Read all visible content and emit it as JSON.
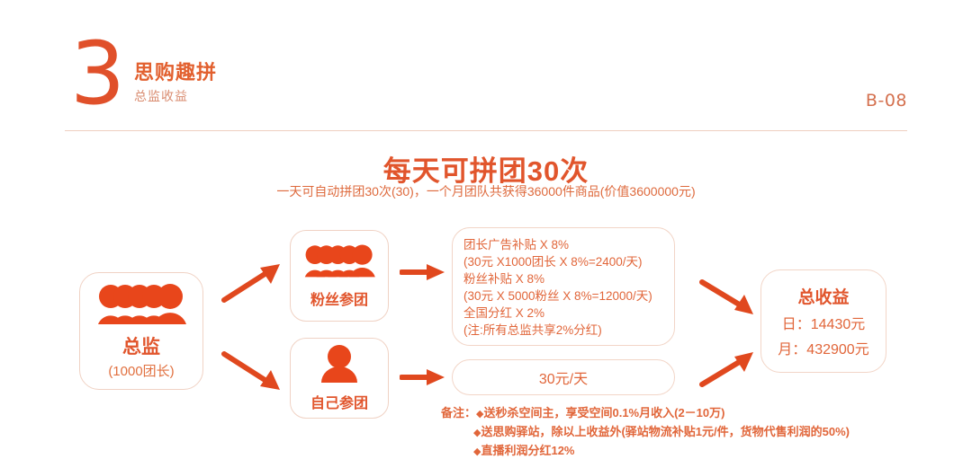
{
  "header": {
    "number": "3",
    "title": "思购趣拼",
    "subtitle": "总监收益",
    "page_code": "B-08"
  },
  "main": {
    "title": "每天可拼团30次",
    "subtitle": "一天可自动拼团30次(30)，一个月团队共获得36000件商品(价值3600000元)"
  },
  "nodes": {
    "director": {
      "icon": "crowd-icon",
      "label": "总监",
      "sublabel": "(1000团长)"
    },
    "fans_group": {
      "icon": "crowd-icon",
      "label": "粉丝参团"
    },
    "self_group": {
      "icon": "person-icon",
      "label": "自己参团"
    }
  },
  "benefits_box": {
    "lines": [
      "团长广告补贴 X 8%",
      "(30元 X1000团长 X 8%=2400/天)",
      "粉丝补贴 X 8%",
      "(30元 X 5000粉丝 X 8%=12000/天)",
      "全国分红 X 2%",
      "(注:所有总监共享2%分红)"
    ]
  },
  "daily_box": {
    "text": "30元/天"
  },
  "total_box": {
    "title": "总收益",
    "day": "日：14430元",
    "month": "月：432900元"
  },
  "notes": {
    "label": "备注：",
    "items": [
      "送秒杀空间主，享受空间0.1%月收入(2－10万)",
      "送思购驿站，除以上收益外(驿站物流补贴1元/件，货物代售利润的50%)",
      "直播利润分红12%"
    ],
    "bullet": "◆"
  },
  "colors": {
    "accent": "#E1552C",
    "accent_light": "#E1663A",
    "border": "#F0D2C4",
    "rule": "#EFCFC0",
    "muted": "#D98C70"
  }
}
